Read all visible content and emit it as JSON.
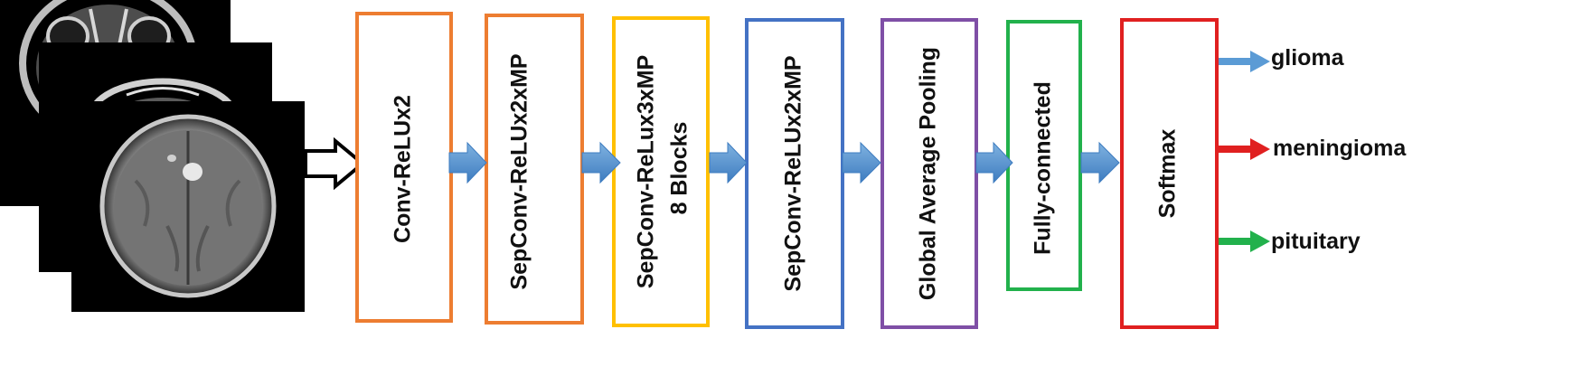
{
  "colors": {
    "orange": "#ed7d31",
    "yellow": "#ffc000",
    "blue": "#4472c4",
    "purple": "#7f4fa6",
    "green": "#22b14c",
    "red": "#e02020",
    "flow_arrow": "#5b9bd5"
  },
  "input_images": {
    "description_icon": "mri-slice-stack",
    "count": 3
  },
  "blocks": [
    {
      "id": "conv",
      "label": "Conv-ReLUx2",
      "label2": "",
      "color": "#ed7d31"
    },
    {
      "id": "sep1",
      "label": "SepConv-ReLUx2xMP",
      "label2": "",
      "color": "#ed7d31"
    },
    {
      "id": "sep2",
      "label": "SepConv-ReLux3xMP",
      "label2": "8 Blocks",
      "color": "#ffc000"
    },
    {
      "id": "sep3",
      "label": "SepConv-ReLUx2xMP",
      "label2": "",
      "color": "#4472c4"
    },
    {
      "id": "gap",
      "label": "Global Average Pooling",
      "label2": "",
      "color": "#7f4fa6"
    },
    {
      "id": "fc",
      "label": "Fully-connected",
      "label2": "",
      "color": "#22b14c"
    },
    {
      "id": "softmax",
      "label": "Softmax",
      "label2": "",
      "color": "#e02020"
    }
  ],
  "outputs": [
    {
      "id": "glioma",
      "label": "glioma",
      "color": "#5b9bd5"
    },
    {
      "id": "meningioma",
      "label": "meningioma",
      "color": "#e02020"
    },
    {
      "id": "pituitary",
      "label": "pituitary",
      "color": "#22b14c"
    }
  ]
}
